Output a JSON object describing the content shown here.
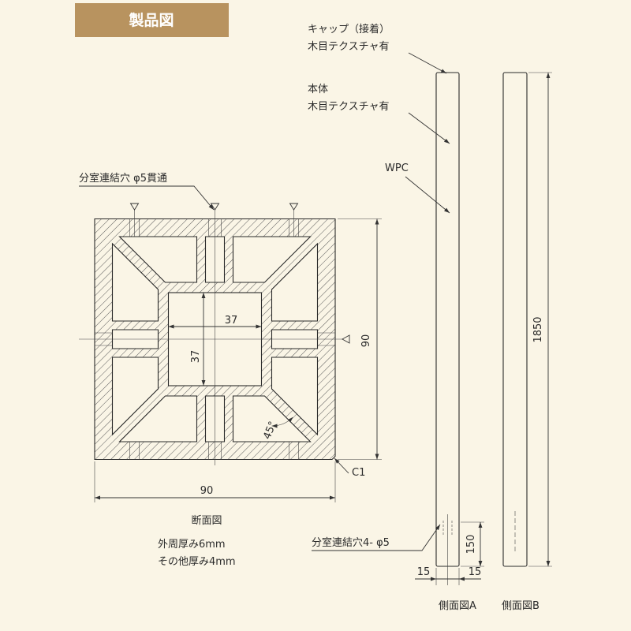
{
  "banner": {
    "title": "製品図"
  },
  "colors": {
    "banner": "#b8935f",
    "background": "#faf5e6",
    "line": "#333333"
  },
  "labels": {
    "cap_line1": "キャップ（接着）",
    "cap_line2": "木目テクスチャ有",
    "body_line1": "本体",
    "body_line2": "木目テクスチャ有",
    "material": "WPC",
    "hole_through": "分室連結穴 φ5貫通",
    "hole_side": "分室連結穴4- φ5",
    "chamfer": "C1"
  },
  "dimensions": {
    "inner_width": "37",
    "inner_height": "37",
    "outer_height": "90",
    "outer_width": "90",
    "angle": "45°",
    "hole_height": "150",
    "offset_left": "15",
    "offset_right": "15",
    "length": "1850"
  },
  "cross_section": {
    "caption": "断面図",
    "note_outer": "外周厚み6mm",
    "note_other": "その他厚み4mm"
  },
  "side_views": {
    "a": "側面図A",
    "b": "側面図B"
  }
}
